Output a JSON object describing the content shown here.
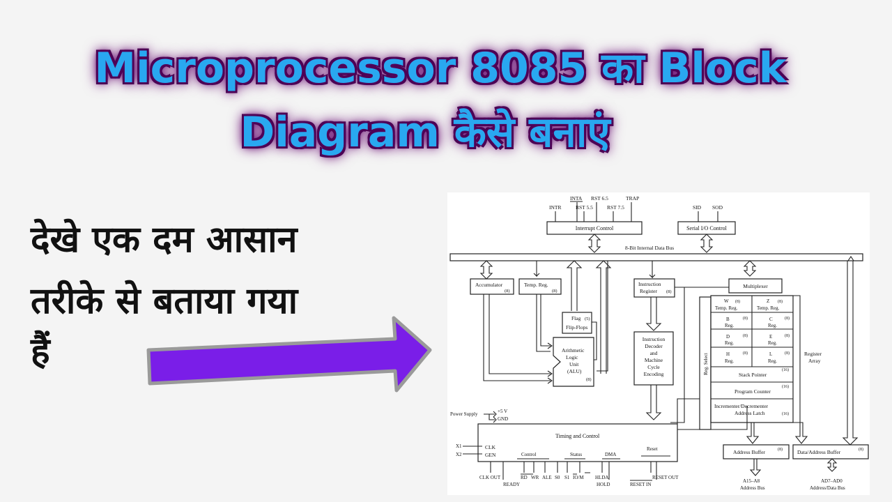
{
  "title": {
    "line1": "Microprocessor 8085 का Block",
    "line2": "Diagram कैसे बनाएं"
  },
  "subtitle": {
    "line1": "देखे एक दम आसान",
    "line2": "तरीके से बताया गया",
    "line3": "हैं"
  },
  "colors": {
    "title_fill": "#29a8f0",
    "title_glow": "#5a0a63",
    "arrow_fill": "#7a1ee8"
  },
  "arrow_icon": "right-arrow-icon",
  "diagram": {
    "interrupt_signals": {
      "inta": "INTA",
      "rst65": "RST 6.5",
      "trap": "TRAP",
      "intr": "INTR",
      "rst55": "RST 5.5",
      "rst75": "RST 7.5"
    },
    "serial_signals": {
      "sid": "SID",
      "sod": "SOD"
    },
    "interrupt_control": "Interrupt Control",
    "serial_io_control": "Serial I/O Control",
    "internal_bus": "8-Bit Internal Data Bus",
    "accumulator": "Accumulator",
    "accumulator_bits": "(8)",
    "temp_reg": "Temp. Reg.",
    "temp_reg_bits": "(8)",
    "flag_line1": "Flag",
    "flag_bits": "(5)",
    "flag_line2": "Flip-Flops",
    "alu": [
      "Arithmetic",
      "Logic",
      "Unit",
      "(ALU)"
    ],
    "alu_bits": "(8)",
    "instruction_register": [
      "Instruction",
      "Register"
    ],
    "instruction_register_bits": "(8)",
    "decoder": [
      "Instruction",
      "Decoder",
      "and",
      "Machine",
      "Cycle",
      "Encoding"
    ],
    "multiplexer": "Multiplexer",
    "registers": [
      {
        "name1": "W",
        "name2": "Temp. Reg.",
        "bits": "(8)"
      },
      {
        "name1": "Z",
        "name2": "Temp. Reg.",
        "bits": "(8)"
      },
      {
        "name1": "B",
        "name2": "Reg.",
        "bits": "(8)"
      },
      {
        "name1": "C",
        "name2": "Reg.",
        "bits": "(8)"
      },
      {
        "name1": "D",
        "name2": "Reg.",
        "bits": "(8)"
      },
      {
        "name1": "E",
        "name2": "Reg.",
        "bits": "(8)"
      },
      {
        "name1": "H",
        "name2": "Reg.",
        "bits": "(8)"
      },
      {
        "name1": "L",
        "name2": "Reg.",
        "bits": "(8)"
      }
    ],
    "reg_select": "Reg. Select",
    "register_array": [
      "Register",
      "Array"
    ],
    "stack_pointer": "Stack Pointer",
    "stack_pointer_bits": "(16)",
    "program_counter": "Program Counter",
    "program_counter_bits": "(16)",
    "inc_dec": [
      "Incrementer/Decrementer",
      "Address Latch"
    ],
    "inc_dec_bits": "(16)",
    "power_supply": "Power Supply",
    "plus5v": "+5 V",
    "gnd": "GND",
    "x1": "X1",
    "x2": "X2",
    "timing_control": "Timing and Control",
    "clk": "CLK",
    "gen": "GEN",
    "control": "Control",
    "status": "Status",
    "dma": "DMA",
    "reset": "Reset",
    "bottom_signals": {
      "clk_out": "CLK OUT",
      "ready": "READY",
      "rd": "RD",
      "wr": "WR",
      "ale": "ALE",
      "s0": "S0",
      "s1": "S1",
      "io_m": "IO/M",
      "hlda": "HLDA",
      "hold": "HOLD",
      "reset_out": "RESET OUT",
      "reset_in": "RESET IN"
    },
    "address_buffer": "Address Buffer",
    "address_buffer_bits": "(8)",
    "data_address_buffer": "Data/Address Buffer",
    "data_address_buffer_bits": "(8)",
    "address_bus_range": "A15–A8",
    "address_bus": "Address Bus",
    "data_bus_range": "AD7–AD0",
    "data_bus": "Address/Data Bus"
  }
}
